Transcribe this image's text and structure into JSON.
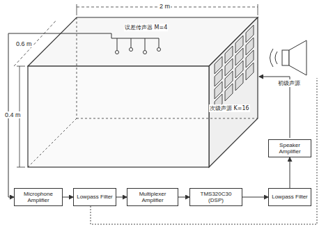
{
  "diagram": {
    "nodes": [
      {
        "text": [
          "Microphone Amplifier"
        ]
      },
      {
        "text": [
          "Lowpass Filter"
        ]
      },
      {
        "text": [
          "Multiplexer Amplifier"
        ]
      },
      {
        "text": [
          "TMS320C30 (DSP)"
        ]
      },
      {
        "text": [
          "Lowpass Filter"
        ]
      },
      {
        "text": [
          "Speaker Amplifier"
        ]
      }
    ],
    "edges": [
      {
        "from": 0,
        "to": 1,
        "arrow": "to"
      },
      {
        "from": 1,
        "to": 2,
        "arrow": "to"
      },
      {
        "from": 2,
        "to": 3,
        "arrow": "to"
      },
      {
        "from": 3,
        "to": 4,
        "arrow": "to"
      },
      {
        "from": 4,
        "to": 5,
        "arrow": "to"
      }
    ],
    "labels": [
      "2 m",
      "0.6 m",
      "0.4 m",
      "误差传声器 M=4",
      "次级声源 K=16",
      "初级声源"
    ]
  }
}
